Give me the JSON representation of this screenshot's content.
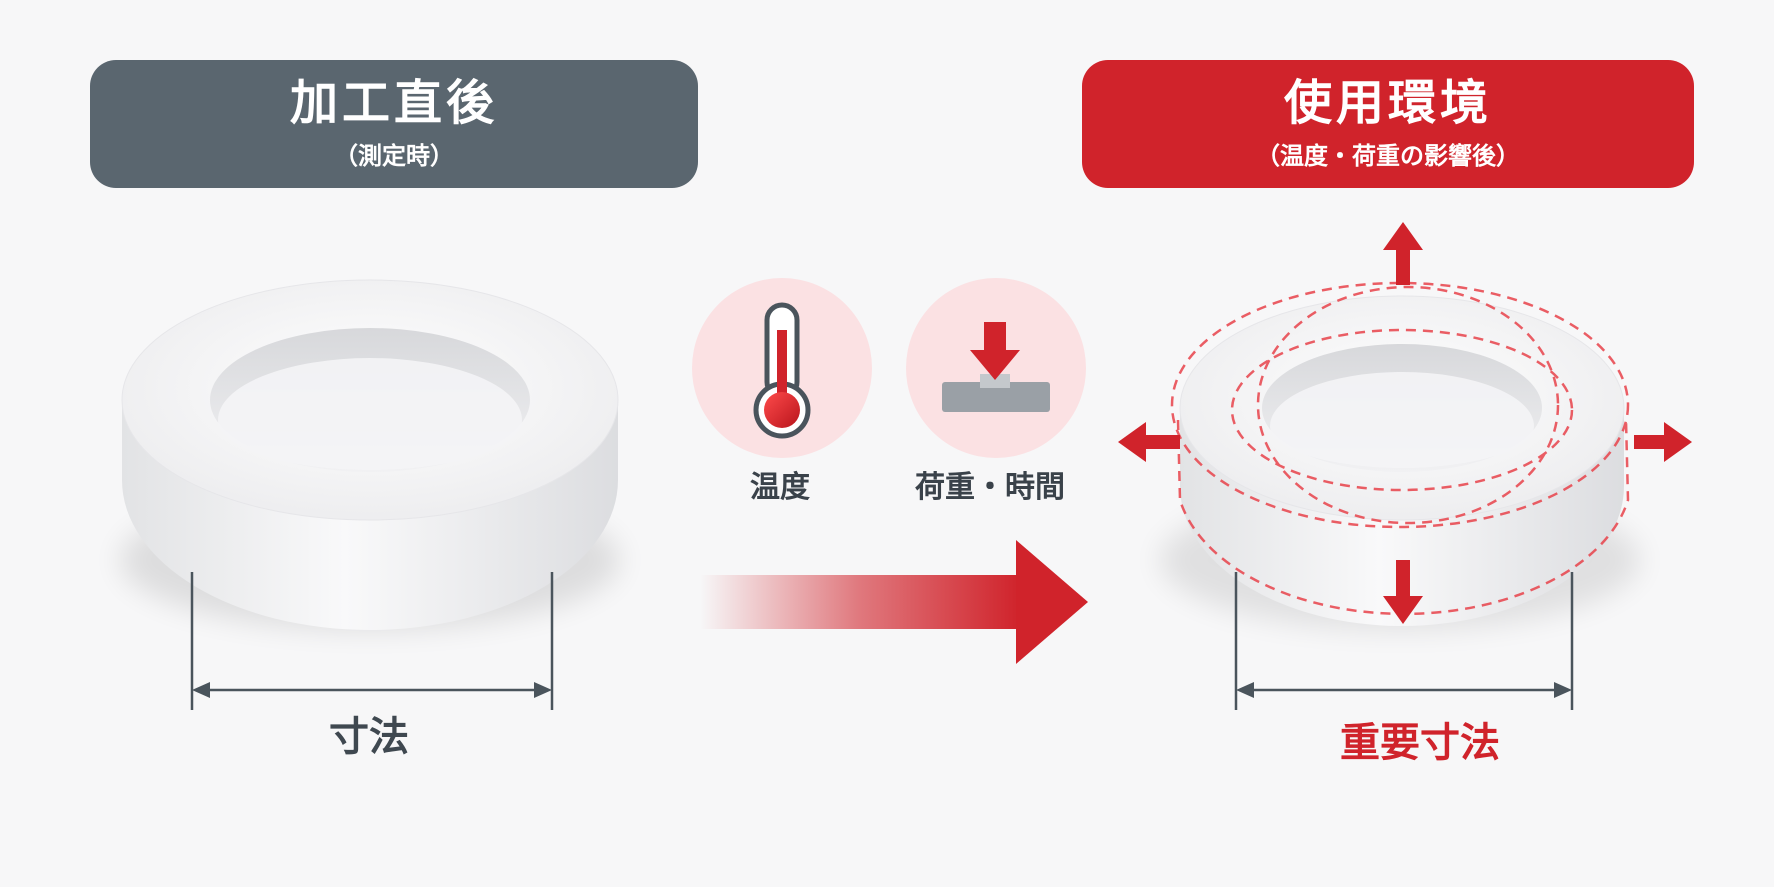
{
  "left_panel": {
    "title": "加工直後",
    "subtitle": "（測定時）",
    "dimension_label": "寸法"
  },
  "right_panel": {
    "title": "使用環境",
    "subtitle": "（温度・荷重の影響後）",
    "dimension_label": "重要寸法"
  },
  "factors": [
    {
      "icon": "thermometer-icon",
      "label": "温度"
    },
    {
      "icon": "load-press-icon",
      "label": "荷重・時間"
    }
  ],
  "colors": {
    "accent": "#d0232b",
    "neutral": "#5a666f",
    "dimension_line": "#4a545c"
  }
}
